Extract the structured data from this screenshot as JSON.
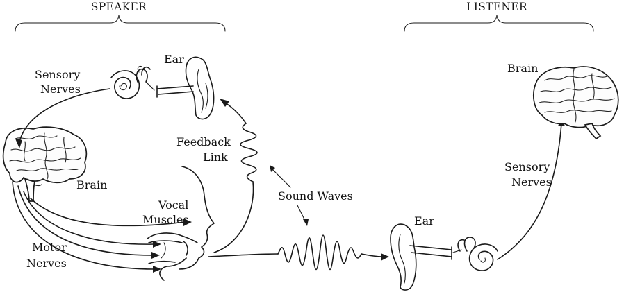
{
  "headers": {
    "speaker": "SPEAKER",
    "listener": "LISTENER"
  },
  "speaker_labels": {
    "ear": "Ear",
    "sensory_nerves_1": "Sensory",
    "sensory_nerves_2": "Nerves",
    "brain": "Brain",
    "feedback_1": "Feedback",
    "feedback_2": "Link",
    "vocal_1": "Vocal",
    "vocal_2": "Muscles",
    "motor_1": "Motor",
    "motor_2": "Nerves"
  },
  "middle_labels": {
    "sound_waves": "Sound Waves"
  },
  "listener_labels": {
    "brain": "Brain",
    "sensory_nerves_1": "Sensory",
    "sensory_nerves_2": "Nerves",
    "ear": "Ear"
  },
  "icons": [
    "brain-icon",
    "ear-icon",
    "head-profile-icon",
    "sound-wave-icon",
    "arrow-icon"
  ]
}
